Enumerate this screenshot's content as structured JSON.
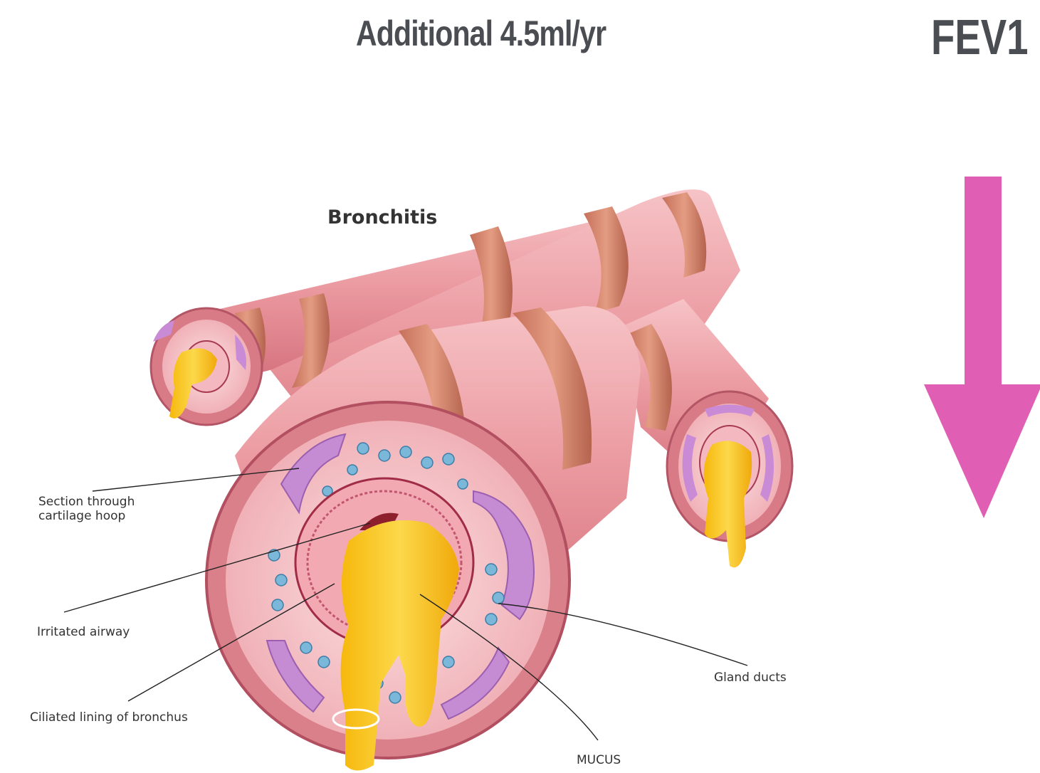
{
  "header": {
    "title": "Additional 4.5ml/yr",
    "metric": "FEV1"
  },
  "colors": {
    "title_text": "#4a4d52",
    "arrow": "#e05fb4",
    "mucus": "#f7c51c",
    "tissue": "#e9979f"
  },
  "indicator": {
    "icon": "down-arrow-icon",
    "direction": "down"
  },
  "diagram": {
    "title": "Bronchitis",
    "labels": {
      "cartilage": "Section through\ncartilage hoop",
      "irritated": "Irritated airway",
      "ciliated": "Ciliated lining of bronchus",
      "gland": "Gland ducts",
      "mucus": "MUCUS"
    }
  }
}
